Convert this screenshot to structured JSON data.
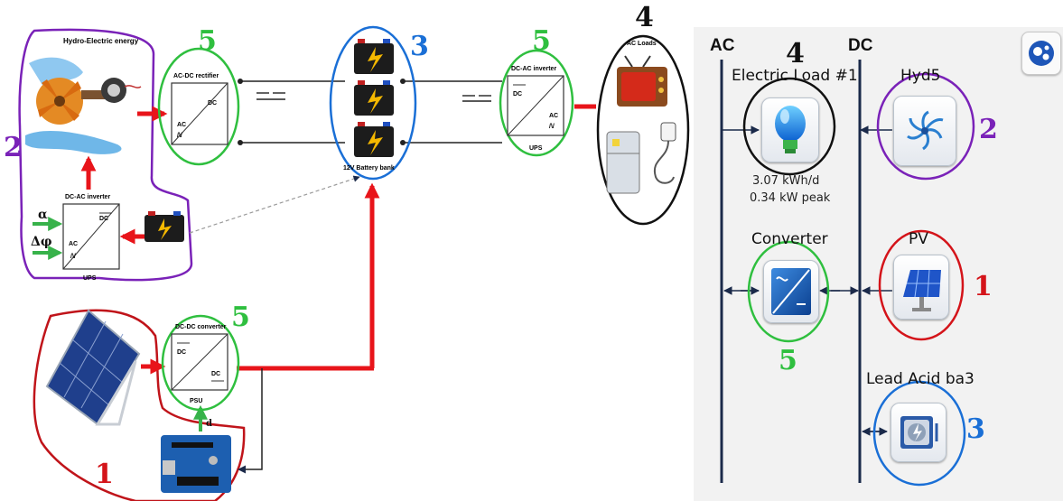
{
  "left_diagram": {
    "hydro_title": "Hydro-Electric energy",
    "rectifier_title": "AC-DC rectifier",
    "rectifier_ac": "AC",
    "rectifier_dc": "DC",
    "battery_label": "12V Battery bank",
    "inverter_top_title": "DC-AC inverter",
    "inverter_top_dc": "DC",
    "inverter_top_ac": "AC",
    "inverter_top_ups": "UPS",
    "ac_loads": "AC Loads",
    "inverter_bottom_title": "DC-AC inverter",
    "inverter_bottom_dc": "DC",
    "inverter_bottom_ac": "AC",
    "inverter_bottom_ups": "UPS",
    "alpha": "α",
    "delta_phi": "Δφ",
    "dcdc_title": "DC-DC converter",
    "dcdc_dc_in": "DC",
    "dcdc_dc_out": "DC",
    "psu": "PSU",
    "d_label": "d"
  },
  "system_panel": {
    "ac_header": "AC",
    "dc_header": "DC",
    "load_name": "Electric Load #1",
    "load_energy": "3.07 kWh/d",
    "load_peak": "0.34 kW peak",
    "hydro_name": "Hyd5",
    "converter_name": "Converter",
    "pv_name": "PV",
    "battery_name": "Lead Acid ba3"
  },
  "markers": {
    "hydro_left": "2",
    "rectifier": "5",
    "battery": "3",
    "inverter": "5",
    "loads": "4",
    "dcdc": "5",
    "pv_left": "1",
    "load_right": "4",
    "hydro_right": "2",
    "pv_right": "1",
    "converter_right": "5",
    "battery_right": "3"
  },
  "colors": {
    "power_line": "#e8141a",
    "hydro_ring": "#7a22b8",
    "converter_ring": "#2fbf3f",
    "battery_ring": "#1a6fd6",
    "load_ring": "#111111",
    "pv_ring": "#d4141a"
  }
}
